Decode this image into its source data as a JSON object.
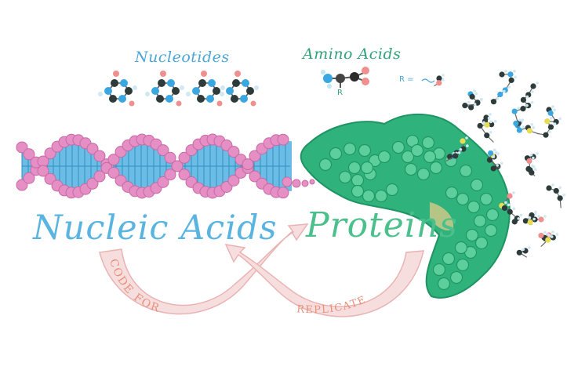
{
  "labels": {
    "nucleotides": "Nucleotides",
    "amino_acids": "Amino Acids",
    "r_group": "R =",
    "amino_r": "R",
    "nucleic_acids": "Nucleic Acids",
    "proteins": "Proteins",
    "code_for": "CODE FOR",
    "replicate": "REPLICATE"
  },
  "colors": {
    "dna_blue": "#5bb6e2",
    "dna_pink": "#e58fc4",
    "protein_green": "#2fb27b",
    "nucleic_text": "#5ab4e0",
    "protein_text": "#4cc08c",
    "arrow_fill": "#f7dede",
    "arrow_stroke": "#eab3b3",
    "arrow_text": "#e8907a"
  }
}
